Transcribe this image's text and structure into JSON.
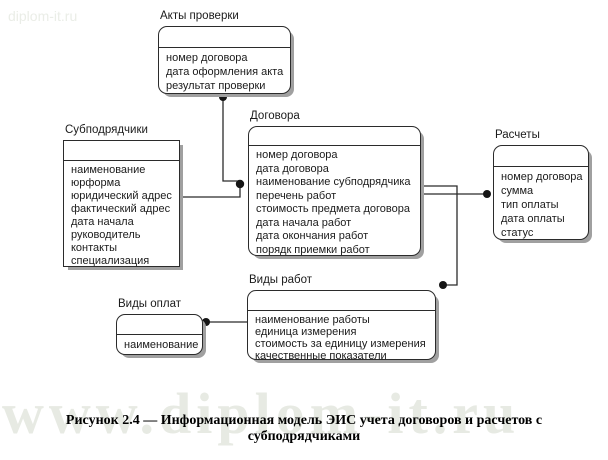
{
  "watermark": {
    "corner_text": "diplom-it.ru",
    "large_text": "www.diplom-it.ru"
  },
  "caption": "Рисунок 2.4 — Информационная модель ЭИС учета договоров и расчетов с субподрядчиками",
  "entities": {
    "akty": {
      "name": "Акты проверки",
      "attributes": [
        "номер договора",
        "дата оформления акта",
        "результат проверки"
      ]
    },
    "subpodryadchiki": {
      "name": "Субподрядчики",
      "attributes": [
        "наименование",
        "юрформа",
        "юридический адрес",
        "фактический адрес",
        "дата начала",
        "руководитель",
        "контакты",
        "специализация"
      ]
    },
    "dogovora": {
      "name": "Договора",
      "attributes": [
        "номер договора",
        "дата договора",
        "наименование субподрядчика",
        "перечень работ",
        "стоимость предмета договора",
        "дата начала работ",
        "дата окончания работ",
        "порядк приемки работ"
      ]
    },
    "raschety": {
      "name": "Расчеты",
      "attributes": [
        "номер договора",
        "сумма",
        "тип оплаты",
        "дата оплаты",
        "статус"
      ]
    },
    "vidy_rabot": {
      "name": "Виды работ",
      "attributes": [
        "наименование работы",
        "единица измерения",
        "стоимость за единицу измерения",
        "качественные показатели"
      ]
    },
    "vidy_oplat": {
      "name": "Виды оплат",
      "attributes": [
        "наименование"
      ]
    }
  },
  "colors": {
    "line": "#2b2b2b",
    "text": "#1b1b1b",
    "shadow": "#a0a0a0",
    "watermark": "#e7eae3",
    "caption": "#000000",
    "bg": "#ffffff"
  }
}
